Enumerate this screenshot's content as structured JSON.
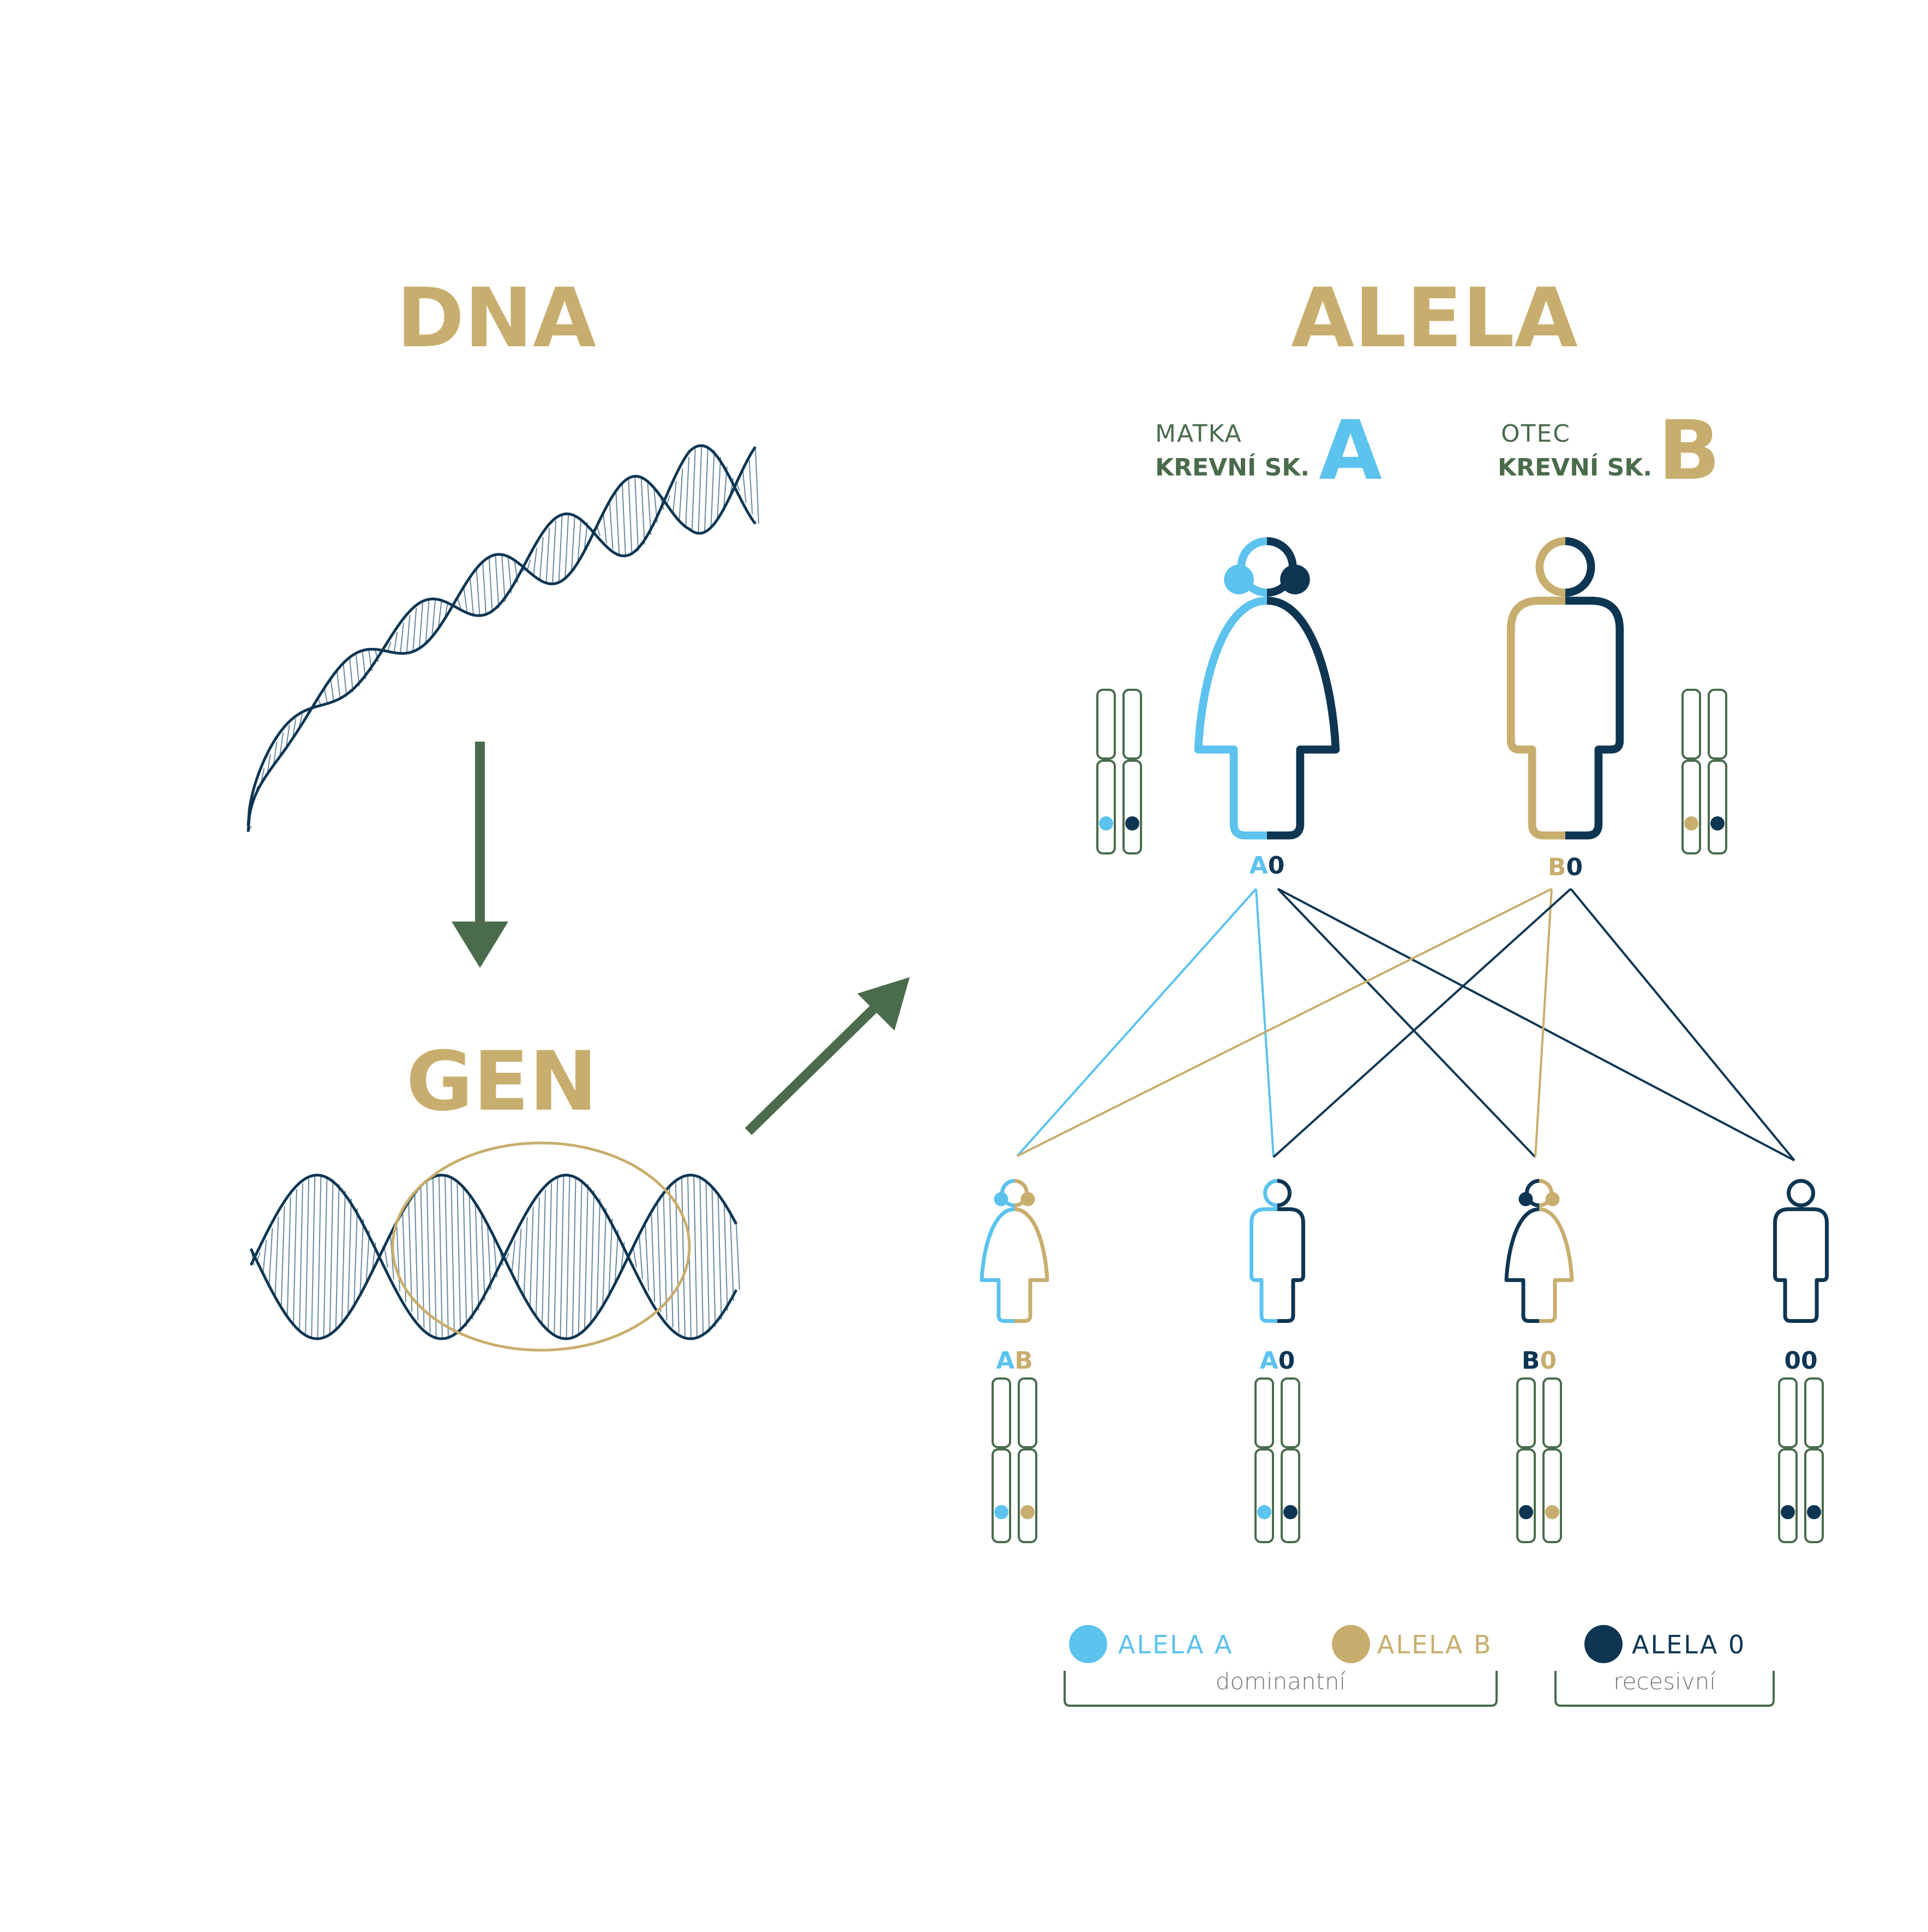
{
  "colors": {
    "allele_a": "#5cc2ee",
    "allele_b": "#c8ae6e",
    "allele_0": "#0e3653",
    "green": "#4a6b4c",
    "gold_title": "#c8ae6e",
    "dna_stroke": "#0e3653",
    "dna_rungs": "#6a8aa0"
  },
  "titles": {
    "dna": "DNA",
    "gen": "GEN",
    "alela": "ALELA"
  },
  "mother": {
    "role": "MATKA",
    "group_label": "KREVNÍ SK.",
    "group": "A",
    "genotype_left": "A",
    "genotype_right": "0",
    "icon": "female-person-icon"
  },
  "father": {
    "role": "OTEC",
    "group_label": "KREVNÍ SK.",
    "group": "B",
    "genotype_left": "B",
    "genotype_right": "0",
    "icon": "male-person-icon"
  },
  "children": [
    {
      "genotype_left": "A",
      "genotype_right": "B",
      "left_allele": "a",
      "right_allele": "b",
      "icon": "female-person-icon"
    },
    {
      "genotype_left": "A",
      "genotype_right": "0",
      "left_allele": "a",
      "right_allele": "0",
      "icon": "male-person-icon"
    },
    {
      "genotype_left": "B",
      "genotype_right": "0",
      "left_allele": "0",
      "right_allele": "b",
      "icon": "female-person-icon"
    },
    {
      "genotype_left": "0",
      "genotype_right": "0",
      "left_allele": "0",
      "right_allele": "0",
      "icon": "male-person-icon"
    }
  ],
  "legend": {
    "a": "ALELA A",
    "b": "ALELA B",
    "zero": "ALELA 0",
    "dominant": "dominantní",
    "recessive": "recesivní"
  }
}
